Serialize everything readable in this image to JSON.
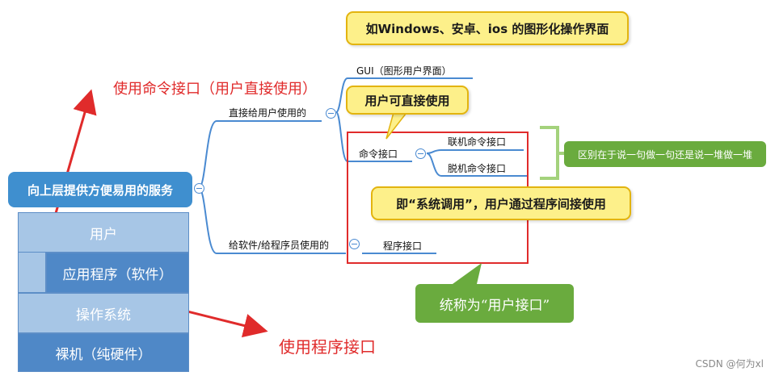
{
  "root": {
    "label": "向上层提供方便易用的服务"
  },
  "branches": {
    "direct": "直接给用户使用的",
    "program": "给软件/给程序员使用的",
    "gui": "GUI（图形用户界面）",
    "command": "命令接口",
    "online": "联机命令接口",
    "offline": "脱机命令接口",
    "program_interface": "程序接口"
  },
  "callouts": {
    "gui_examples": "如Windows、安卓、ios 的图形化操作界面",
    "direct_use": "用户可直接使用",
    "syscall": "即“系统调用”，用户通过程序间接使用",
    "difference": "区别在于说一句做一句还是说一堆做一堆",
    "user_interface": "统称为“用户接口”"
  },
  "annotations": {
    "command_interface": "使用命令接口（用户直接使用）",
    "program_interface": "使用程序接口"
  },
  "layers": {
    "user": "用户",
    "app": "应用程序（软件）",
    "os": "操作系统",
    "hardware": "裸机（纯硬件）"
  },
  "watermark": "CSDN @何为xl",
  "colors": {
    "root_blue": "#3f8fcf",
    "branch_line": "#4a8ad1",
    "callout_yellow": "#fdf08a",
    "callout_border": "#e3b40f",
    "green": "#6aab3e",
    "red": "#e02b2b",
    "orange_arrow": "#e07b27",
    "layer_light": "#a7c6e6",
    "layer_dark": "#4f88c7"
  }
}
